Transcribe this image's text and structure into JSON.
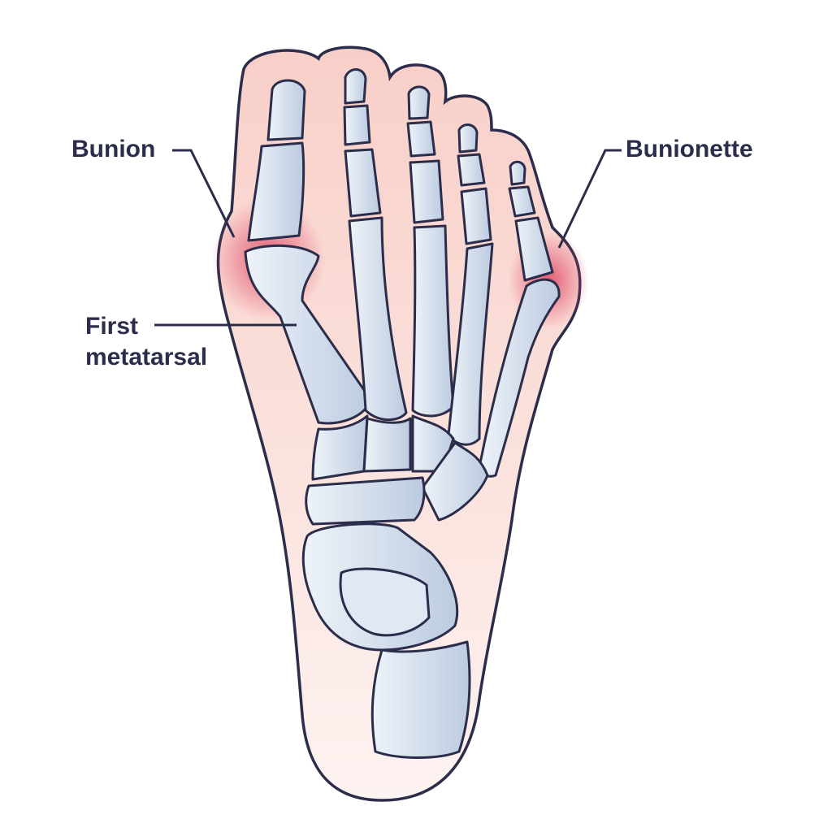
{
  "labels": {
    "bunion": "Bunion",
    "bunionette": "Bunionette",
    "first_metatarsal_line1": "First",
    "first_metatarsal_line2": "metatarsal"
  },
  "colors": {
    "outline": "#2b2d4b",
    "skin": "#f9d3cc",
    "skin_light": "#fdf1ef",
    "bone": "#e3ebf5",
    "bone_shade": "#b7c7de",
    "inflammation": "#e04e68"
  }
}
